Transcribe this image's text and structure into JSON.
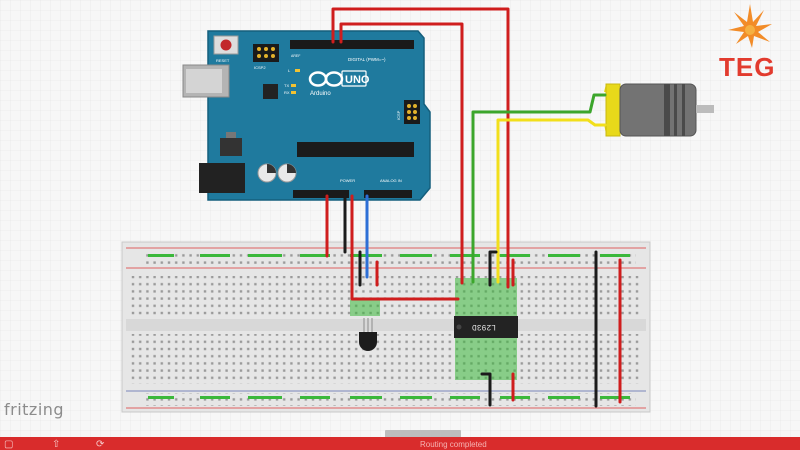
{
  "arduino": {
    "board_label": "UNO",
    "brand": "Arduino",
    "reset_label": "RESET",
    "icsp2_label": "ICSP2",
    "icsp_label": "ICSP",
    "digital_label": "DIGITAL (PWM=~)",
    "power_label": "POWER",
    "analog_label": "ANALOG IN",
    "tx_label": "TX",
    "rx_label": "RX",
    "l_label": "L",
    "aref_label": "AREF"
  },
  "ic": {
    "label": "L293D"
  },
  "brand": {
    "app": "fritzing",
    "logo_text": "TEG"
  },
  "status": {
    "text": "Routing completed"
  },
  "colors": {
    "board": "#1f7a9e",
    "board_edge": "#155f7d",
    "wire_red": "#cf1d1d",
    "wire_black": "#1b1b1b",
    "wire_blue": "#2d6fd6",
    "wire_green": "#3ca62c",
    "wire_yellow": "#f2df1b",
    "motor_body": "#6e6e6e",
    "motor_tab": "#e8d91a",
    "breadboard": "#e4e4e4",
    "rail_red": "#d33",
    "rail_blue": "#56a"
  }
}
